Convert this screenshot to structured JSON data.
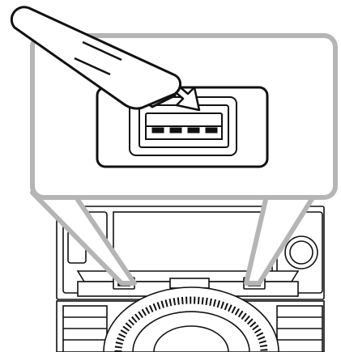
{
  "colors": {
    "background": "#ffffff",
    "ink": "#111111",
    "callout_gray": "#b5b5b5",
    "callout_fill": "#ffffff",
    "knob_ring": "#1a1a1a"
  },
  "icons": {
    "usb_drive": "usb-flash-drive",
    "arrow": "insert-arrow",
    "port": "usb-a-port"
  }
}
